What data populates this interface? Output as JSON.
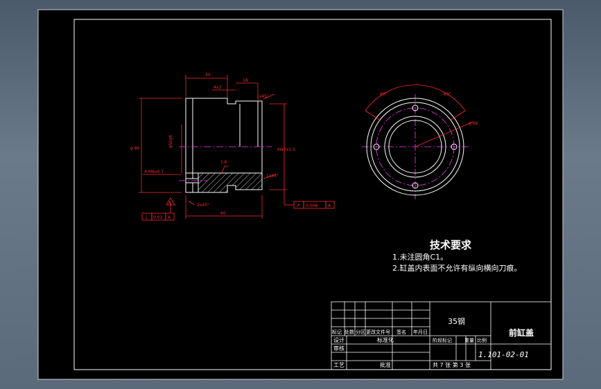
{
  "drawing": {
    "tech_requirements": {
      "heading": "技术要求",
      "items": [
        "1.未注圆角C1。",
        "2.缸盖内表面不允许有纵向横向刀痕。"
      ]
    },
    "title_block": {
      "material": "35钢",
      "part_name": "前缸盖",
      "drawing_number": "1.101-02-01",
      "sheet_info": "共 7 张   第 3 张",
      "header_labels": [
        "标记",
        "处数",
        "分区",
        "更改文件号",
        "签名",
        "年月日"
      ],
      "row_labels": {
        "design": "设计",
        "standardize": "标准化",
        "check": "审核",
        "process": "工艺",
        "approve": "批准"
      },
      "stage_labels": [
        "阶段标记",
        "重量",
        "比例"
      ]
    },
    "dimensions": {
      "top_total": "30",
      "groove": "4x2",
      "step": "18",
      "chamfer_top": "1x45°",
      "chamfer_right": "1x45°",
      "left_dia": "φ 80",
      "bore_dia": "φ50g6",
      "thread": "M42x1.5",
      "small_hole": "4-M6x0.7",
      "roughness": "1.6",
      "chamfer_bottom": "2x45°",
      "bottom_len": "60",
      "front_angle": "60°",
      "front_dia": "φ 66",
      "datum": "A"
    },
    "tolerances": {
      "perpendicular": {
        "symbol": "⊥",
        "value": "0.03",
        "datum": "A"
      },
      "runout": {
        "symbol": "↗",
        "value": "0.008",
        "datum": "A"
      }
    }
  },
  "colors": {
    "frame": "#ffffff",
    "outline": "#ffffff",
    "dimension": "#ff2a2a",
    "center": "#ff3aff",
    "hatch": "#ffffff",
    "background": "#000000"
  }
}
